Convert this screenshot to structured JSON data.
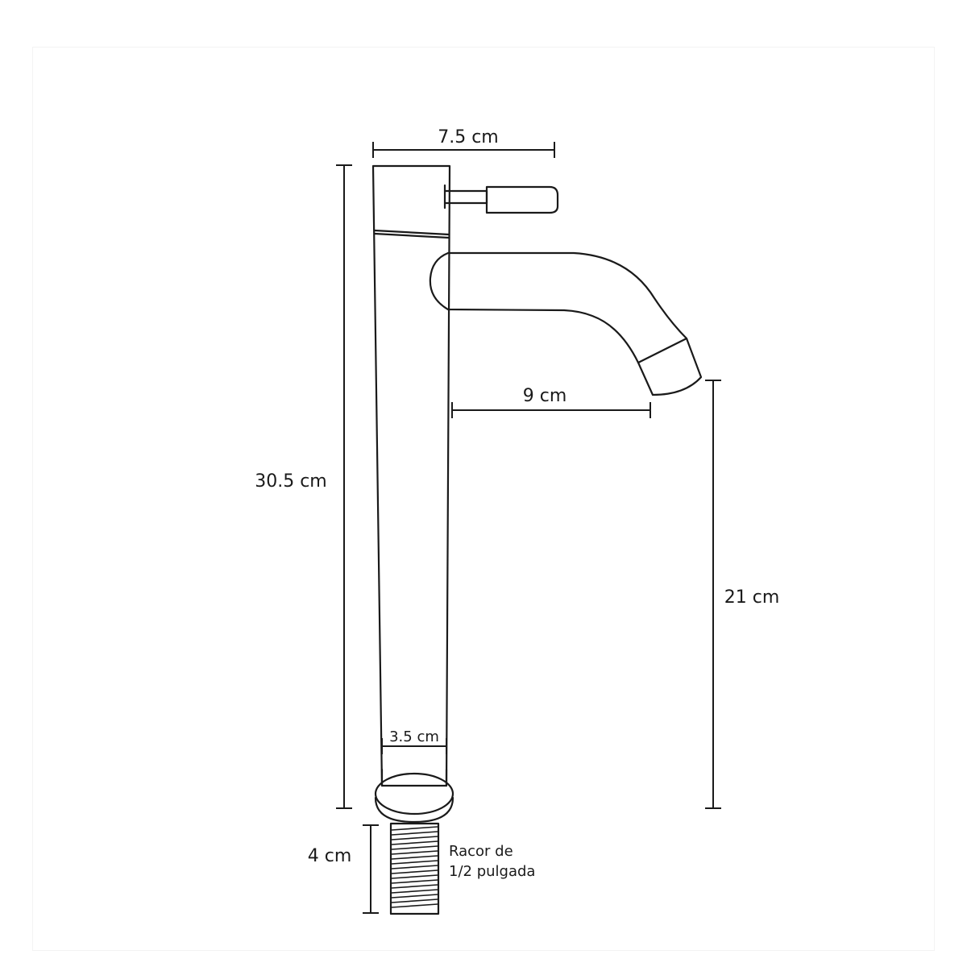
{
  "dimensions": {
    "top_width": "7.5 cm",
    "total_height": "30.5 cm",
    "spout_reach": "9 cm",
    "spout_height": "21 cm",
    "base_diameter": "3.5 cm",
    "thread_length": "4 cm"
  },
  "connector_note": {
    "line1": "Racor de",
    "line2": "1/2 pulgada"
  }
}
